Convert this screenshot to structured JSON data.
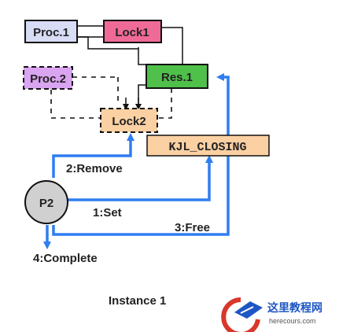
{
  "diagram": {
    "nodes": {
      "proc1": "Proc.1",
      "lock1": "Lock1",
      "proc2": "Proc.2",
      "res1": "Res.1",
      "lock2": "Lock2",
      "kjl_closing": "KJL_CLOSING",
      "p2": "P2"
    },
    "steps": {
      "remove": "2:Remove",
      "set": "1:Set",
      "free": "3:Free",
      "complete": "4:Complete"
    },
    "caption": "Instance 1"
  },
  "watermark": {
    "site_name": "这里教程网",
    "site_url": "herecours.com"
  },
  "colors": {
    "proc1_fill": "#d8dcf5",
    "lock1_fill": "#f06a98",
    "proc2_fill": "#d9a4f0",
    "res1_fill": "#4fc04a",
    "lock2_fill": "#fbd0a2",
    "kjl_fill": "#fbd0a2",
    "p2_fill": "#d0d0d0",
    "flow_blue": "#2f7df0",
    "watermark_red": "#d9372b",
    "watermark_blue": "#1e56c4"
  }
}
